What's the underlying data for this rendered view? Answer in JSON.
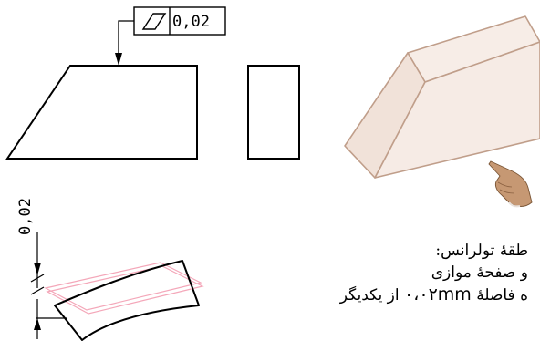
{
  "feature_control_frame": {
    "symbol": "flatness-parallelogram-icon",
    "tolerance": "0,02"
  },
  "dimension": {
    "value": "0,02"
  },
  "description": {
    "line1": "طقهٔ تولرانس:",
    "line2": "و صفحهٔ موازی",
    "line3_prefix": "ه فاصلهٔ",
    "line3_value": "۰،۰۲mm",
    "line3_suffix": "از یکدیگر"
  },
  "colors": {
    "block_fill": "#f5e9e3",
    "block_stroke": "#c09e8a",
    "tolerance_plane": "#f4a7b9",
    "line": "#000000"
  }
}
